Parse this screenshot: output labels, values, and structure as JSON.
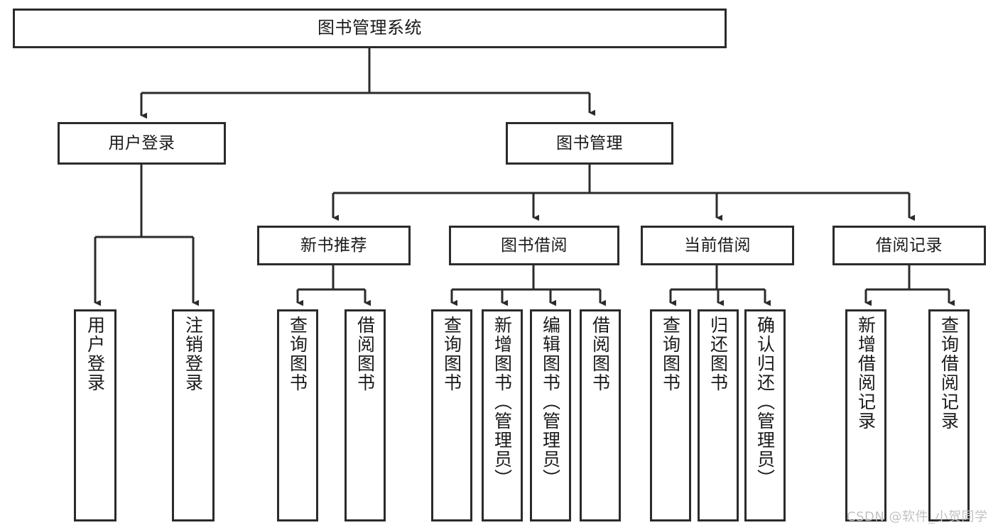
{
  "diagram": {
    "title_text": "图书管理系统",
    "watermark": "CSDN @软件_小贺同学",
    "colors": {
      "stroke": "#2b2b2b",
      "fill": "#ffffff",
      "text": "#1a1a1a",
      "watermark": "#c2c2c2"
    },
    "nodes": {
      "root": {
        "label": "图书管理系统"
      },
      "level1": [
        {
          "id": "user-login",
          "label": "用户登录"
        },
        {
          "id": "book-manage",
          "label": "图书管理"
        }
      ],
      "level2": [
        {
          "id": "new-book-recommend",
          "label": "新书推荐"
        },
        {
          "id": "book-borrow",
          "label": "图书借阅"
        },
        {
          "id": "current-borrow",
          "label": "当前借阅"
        },
        {
          "id": "borrow-record",
          "label": "借阅记录"
        }
      ],
      "leaves": {
        "user-login": [
          {
            "id": "leaf-user-login",
            "label": "用户登录"
          },
          {
            "id": "leaf-logout-login",
            "label": "注销登录"
          }
        ],
        "new-book-recommend": [
          {
            "id": "leaf-query-book-1",
            "label": "查询图书"
          },
          {
            "id": "leaf-borrow-book-1",
            "label": "借阅图书"
          }
        ],
        "book-borrow": [
          {
            "id": "leaf-query-book-2",
            "label": "查询图书"
          },
          {
            "id": "leaf-add-book-admin",
            "label": "新增图书（管理员）"
          },
          {
            "id": "leaf-edit-book-admin",
            "label": "编辑图书（管理员）"
          },
          {
            "id": "leaf-borrow-book-2",
            "label": "借阅图书"
          }
        ],
        "current-borrow": [
          {
            "id": "leaf-query-book-3",
            "label": "查询图书"
          },
          {
            "id": "leaf-return-book",
            "label": "归还图书"
          },
          {
            "id": "leaf-confirm-return-admin",
            "label": "确认归还（管理员）"
          }
        ],
        "borrow-record": [
          {
            "id": "leaf-add-borrow-record",
            "label": "新增借阅记录"
          },
          {
            "id": "leaf-query-borrow-record",
            "label": "查询借阅记录"
          }
        ]
      }
    }
  }
}
